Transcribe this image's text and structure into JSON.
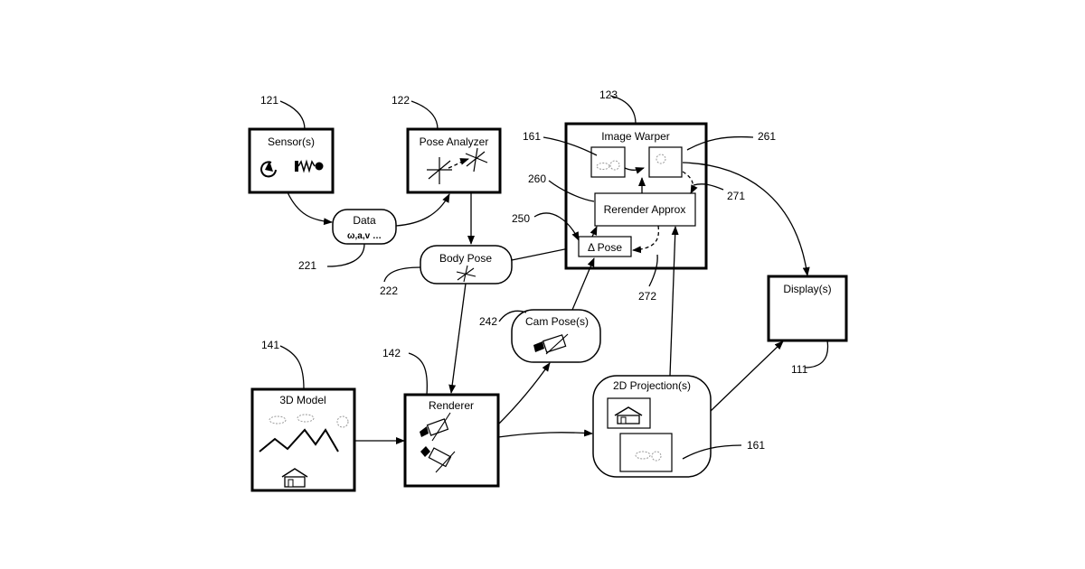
{
  "boxes": {
    "sensor": "Sensor(s)",
    "pose_analyzer": "Pose Analyzer",
    "image_warper": "Image Warper",
    "rerender_approx": "Rerender Approx",
    "delta_pose": "Δ Pose",
    "display": "Display(s)",
    "model_3d": "3D Model",
    "renderer": "Renderer",
    "projection_2d": "2D Projection(s)"
  },
  "bubbles": {
    "data": "Data",
    "data_sub": "ω,a,v …",
    "body_pose": "Body Pose",
    "cam_pose": "Cam Pose(s)"
  },
  "refs": {
    "r121": "121",
    "r122": "122",
    "r123": "123",
    "r161a": "161",
    "r261": "261",
    "r260": "260",
    "r271": "271",
    "r250": "250",
    "r221": "221",
    "r222": "222",
    "r272": "272",
    "r242": "242",
    "r141": "141",
    "r142": "142",
    "r111": "111",
    "r161b": "161"
  },
  "icons": [
    "rotation-icon",
    "spring-icon",
    "pose-axes-icon",
    "cloud-icon",
    "sun-icon",
    "mountain-icon",
    "house-icon",
    "camera-icon"
  ]
}
